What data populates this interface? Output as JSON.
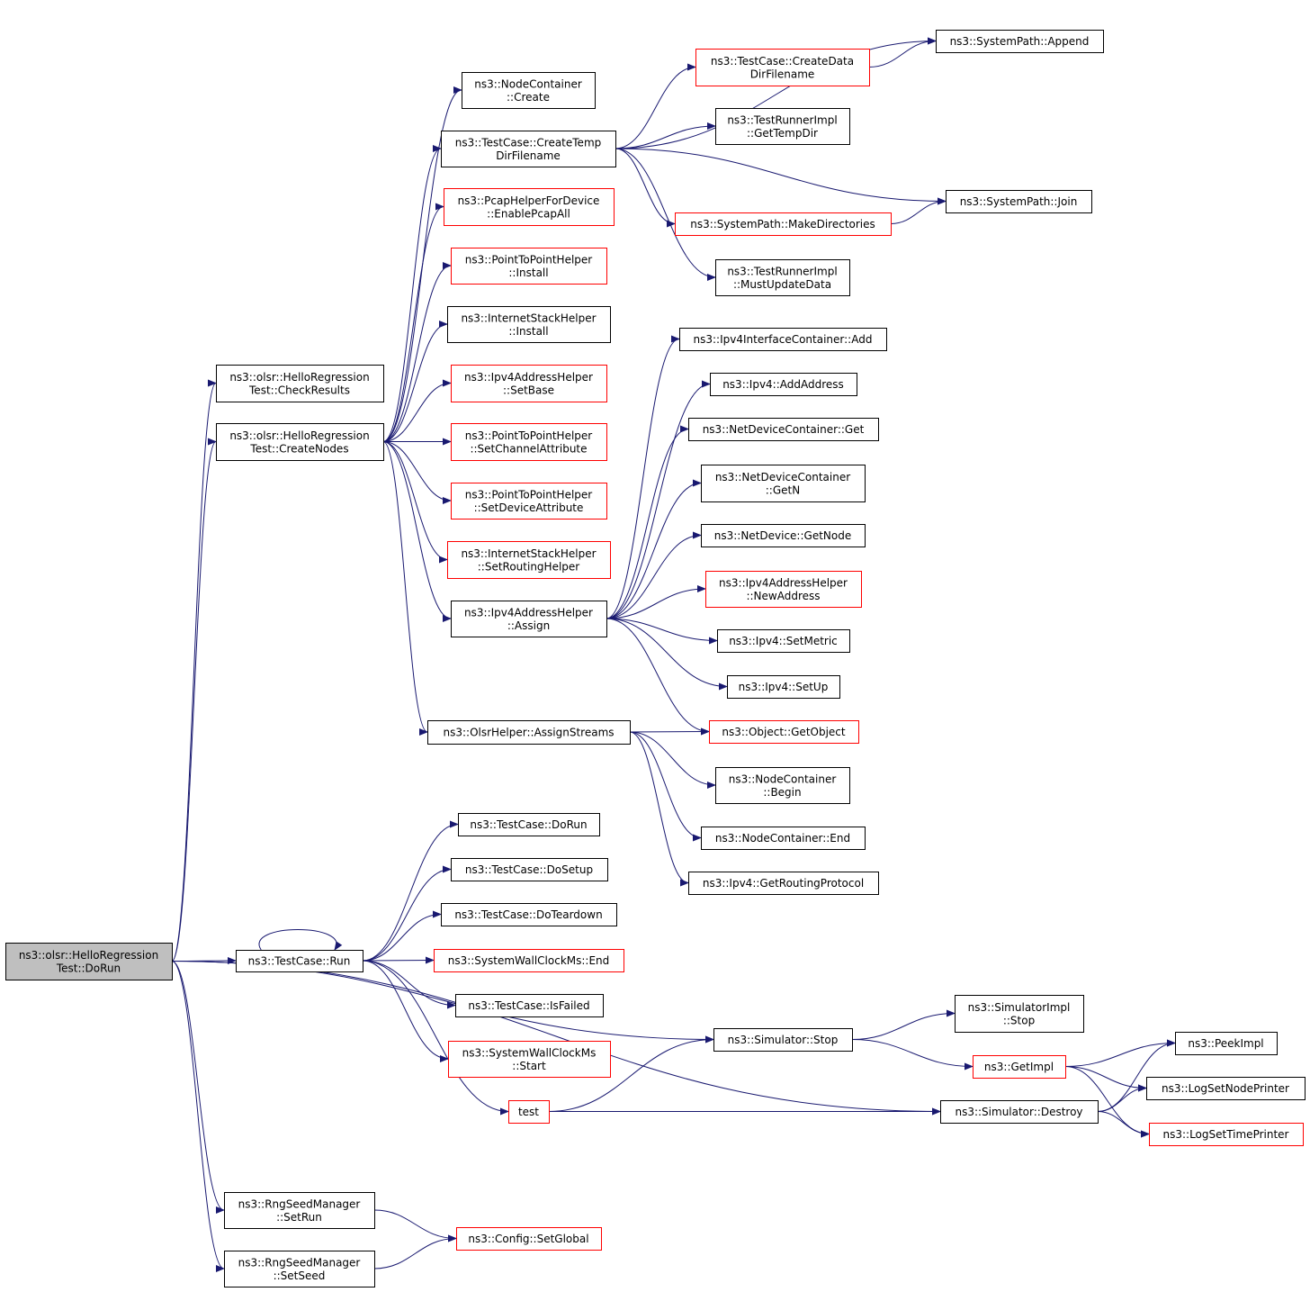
{
  "colors": {
    "edge": "#191970",
    "node_border": "#000000",
    "undocumented_border": "#ff0000",
    "root_fill": "#bfbfbf",
    "node_fill": "#ffffff"
  },
  "nodes": [
    {
      "id": "dorun",
      "lines": [
        "ns3::olsr::HelloRegression",
        "Test::DoRun"
      ],
      "style": "root"
    },
    {
      "id": "checkresults",
      "lines": [
        "ns3::olsr::HelloRegression",
        "Test::CheckResults"
      ],
      "style": "normal"
    },
    {
      "id": "createnodes",
      "lines": [
        "ns3::olsr::HelloRegression",
        "Test::CreateNodes"
      ],
      "style": "normal"
    },
    {
      "id": "nc_create",
      "lines": [
        "ns3::NodeContainer",
        "::Create"
      ],
      "style": "normal"
    },
    {
      "id": "tc_tempdir",
      "lines": [
        "ns3::TestCase::CreateTemp",
        "DirFilename"
      ],
      "style": "normal"
    },
    {
      "id": "pcap",
      "lines": [
        "ns3::PcapHelperForDevice",
        "::EnablePcapAll"
      ],
      "style": "red"
    },
    {
      "id": "p2p_install",
      "lines": [
        "ns3::PointToPointHelper",
        "::Install"
      ],
      "style": "red"
    },
    {
      "id": "ish_install",
      "lines": [
        "ns3::InternetStackHelper",
        "::Install"
      ],
      "style": "normal"
    },
    {
      "id": "setbase",
      "lines": [
        "ns3::Ipv4AddressHelper",
        "::SetBase"
      ],
      "style": "red"
    },
    {
      "id": "setchan",
      "lines": [
        "ns3::PointToPointHelper",
        "::SetChannelAttribute"
      ],
      "style": "red"
    },
    {
      "id": "setdev",
      "lines": [
        "ns3::PointToPointHelper",
        "::SetDeviceAttribute"
      ],
      "style": "red"
    },
    {
      "id": "setrouting",
      "lines": [
        "ns3::InternetStackHelper",
        "::SetRoutingHelper"
      ],
      "style": "red"
    },
    {
      "id": "assign",
      "lines": [
        "ns3::Ipv4AddressHelper",
        "::Assign"
      ],
      "style": "normal"
    },
    {
      "id": "assignstreams",
      "lines": [
        "ns3::OlsrHelper::AssignStreams"
      ],
      "style": "normal"
    },
    {
      "id": "tc_datadir",
      "lines": [
        "ns3::TestCase::CreateData",
        "DirFilename"
      ],
      "style": "red"
    },
    {
      "id": "append",
      "lines": [
        "ns3::SystemPath::Append"
      ],
      "style": "normal"
    },
    {
      "id": "gettempdir",
      "lines": [
        "ns3::TestRunnerImpl",
        "::GetTempDir"
      ],
      "style": "normal"
    },
    {
      "id": "join",
      "lines": [
        "ns3::SystemPath::Join"
      ],
      "style": "normal"
    },
    {
      "id": "makedirs",
      "lines": [
        "ns3::SystemPath::MakeDirectories"
      ],
      "style": "red"
    },
    {
      "id": "mustupdate",
      "lines": [
        "ns3::TestRunnerImpl",
        "::MustUpdateData"
      ],
      "style": "normal"
    },
    {
      "id": "iic_add",
      "lines": [
        "ns3::Ipv4InterfaceContainer::Add"
      ],
      "style": "normal"
    },
    {
      "id": "addaddress",
      "lines": [
        "ns3::Ipv4::AddAddress"
      ],
      "style": "normal"
    },
    {
      "id": "ndc_get",
      "lines": [
        "ns3::NetDeviceContainer::Get"
      ],
      "style": "normal"
    },
    {
      "id": "ndc_getn",
      "lines": [
        "ns3::NetDeviceContainer",
        "::GetN"
      ],
      "style": "normal"
    },
    {
      "id": "getnode",
      "lines": [
        "ns3::NetDevice::GetNode"
      ],
      "style": "normal"
    },
    {
      "id": "newaddress",
      "lines": [
        "ns3::Ipv4AddressHelper",
        "::NewAddress"
      ],
      "style": "red"
    },
    {
      "id": "setmetric",
      "lines": [
        "ns3::Ipv4::SetMetric"
      ],
      "style": "normal"
    },
    {
      "id": "setup",
      "lines": [
        "ns3::Ipv4::SetUp"
      ],
      "style": "normal"
    },
    {
      "id": "getobject",
      "lines": [
        "ns3::Object::GetObject"
      ],
      "style": "red"
    },
    {
      "id": "nc_begin",
      "lines": [
        "ns3::NodeContainer",
        "::Begin"
      ],
      "style": "normal"
    },
    {
      "id": "nc_end",
      "lines": [
        "ns3::NodeContainer::End"
      ],
      "style": "normal"
    },
    {
      "id": "getrouting",
      "lines": [
        "ns3::Ipv4::GetRoutingProtocol"
      ],
      "style": "normal"
    },
    {
      "id": "tc_run",
      "lines": [
        "ns3::TestCase::Run"
      ],
      "style": "normal"
    },
    {
      "id": "tc_dorun",
      "lines": [
        "ns3::TestCase::DoRun"
      ],
      "style": "normal"
    },
    {
      "id": "tc_dosetup",
      "lines": [
        "ns3::TestCase::DoSetup"
      ],
      "style": "normal"
    },
    {
      "id": "tc_doteardown",
      "lines": [
        "ns3::TestCase::DoTeardown"
      ],
      "style": "normal"
    },
    {
      "id": "swc_end",
      "lines": [
        "ns3::SystemWallClockMs::End"
      ],
      "style": "red"
    },
    {
      "id": "isfailed",
      "lines": [
        "ns3::TestCase::IsFailed"
      ],
      "style": "normal"
    },
    {
      "id": "swc_start",
      "lines": [
        "ns3::SystemWallClockMs",
        "::Start"
      ],
      "style": "red"
    },
    {
      "id": "test",
      "lines": [
        "test"
      ],
      "style": "red"
    },
    {
      "id": "sim_stop",
      "lines": [
        "ns3::Simulator::Stop"
      ],
      "style": "normal"
    },
    {
      "id": "simimpl_stop",
      "lines": [
        "ns3::SimulatorImpl",
        "::Stop"
      ],
      "style": "normal"
    },
    {
      "id": "getimpl",
      "lines": [
        "ns3::GetImpl"
      ],
      "style": "red"
    },
    {
      "id": "peekimpl",
      "lines": [
        "ns3::PeekImpl"
      ],
      "style": "normal"
    },
    {
      "id": "lognode",
      "lines": [
        "ns3::LogSetNodePrinter"
      ],
      "style": "normal"
    },
    {
      "id": "sim_destroy",
      "lines": [
        "ns3::Simulator::Destroy"
      ],
      "style": "normal"
    },
    {
      "id": "logtime",
      "lines": [
        "ns3::LogSetTimePrinter"
      ],
      "style": "red"
    },
    {
      "id": "setrun",
      "lines": [
        "ns3::RngSeedManager",
        "::SetRun"
      ],
      "style": "normal"
    },
    {
      "id": "setseed",
      "lines": [
        "ns3::RngSeedManager",
        "::SetSeed"
      ],
      "style": "normal"
    },
    {
      "id": "setglobal",
      "lines": [
        "ns3::Config::SetGlobal"
      ],
      "style": "red"
    }
  ],
  "edges": [
    [
      "dorun",
      "checkresults"
    ],
    [
      "dorun",
      "createnodes"
    ],
    [
      "dorun",
      "sim_stop"
    ],
    [
      "dorun",
      "tc_run"
    ],
    [
      "dorun",
      "sim_destroy"
    ],
    [
      "dorun",
      "setrun"
    ],
    [
      "dorun",
      "setseed"
    ],
    [
      "createnodes",
      "nc_create"
    ],
    [
      "createnodes",
      "tc_tempdir"
    ],
    [
      "createnodes",
      "pcap"
    ],
    [
      "createnodes",
      "p2p_install"
    ],
    [
      "createnodes",
      "ish_install"
    ],
    [
      "createnodes",
      "setbase"
    ],
    [
      "createnodes",
      "setchan"
    ],
    [
      "createnodes",
      "setdev"
    ],
    [
      "createnodes",
      "setrouting"
    ],
    [
      "createnodes",
      "assign"
    ],
    [
      "createnodes",
      "assignstreams"
    ],
    [
      "tc_tempdir",
      "append"
    ],
    [
      "tc_tempdir",
      "tc_datadir"
    ],
    [
      "tc_tempdir",
      "gettempdir"
    ],
    [
      "tc_tempdir",
      "join"
    ],
    [
      "tc_tempdir",
      "makedirs"
    ],
    [
      "tc_tempdir",
      "mustupdate"
    ],
    [
      "tc_datadir",
      "append"
    ],
    [
      "makedirs",
      "join"
    ],
    [
      "assign",
      "iic_add"
    ],
    [
      "assign",
      "addaddress"
    ],
    [
      "assign",
      "ndc_get"
    ],
    [
      "assign",
      "ndc_getn"
    ],
    [
      "assign",
      "getnode"
    ],
    [
      "assign",
      "newaddress"
    ],
    [
      "assign",
      "setmetric"
    ],
    [
      "assign",
      "setup"
    ],
    [
      "assign",
      "getobject"
    ],
    [
      "assignstreams",
      "getobject"
    ],
    [
      "assignstreams",
      "nc_begin"
    ],
    [
      "assignstreams",
      "nc_end"
    ],
    [
      "assignstreams",
      "getrouting"
    ],
    [
      "tc_run",
      "tc_run"
    ],
    [
      "tc_run",
      "tc_dorun"
    ],
    [
      "tc_run",
      "tc_dosetup"
    ],
    [
      "tc_run",
      "tc_doteardown"
    ],
    [
      "tc_run",
      "swc_end"
    ],
    [
      "tc_run",
      "isfailed"
    ],
    [
      "tc_run",
      "swc_start"
    ],
    [
      "tc_run",
      "test"
    ],
    [
      "test",
      "sim_stop"
    ],
    [
      "test",
      "sim_destroy"
    ],
    [
      "sim_stop",
      "simimpl_stop"
    ],
    [
      "sim_stop",
      "getimpl"
    ],
    [
      "getimpl",
      "peekimpl"
    ],
    [
      "getimpl",
      "lognode"
    ],
    [
      "getimpl",
      "logtime"
    ],
    [
      "sim_destroy",
      "peekimpl"
    ],
    [
      "sim_destroy",
      "lognode"
    ],
    [
      "sim_destroy",
      "logtime"
    ],
    [
      "setrun",
      "setglobal"
    ],
    [
      "setseed",
      "setglobal"
    ]
  ]
}
